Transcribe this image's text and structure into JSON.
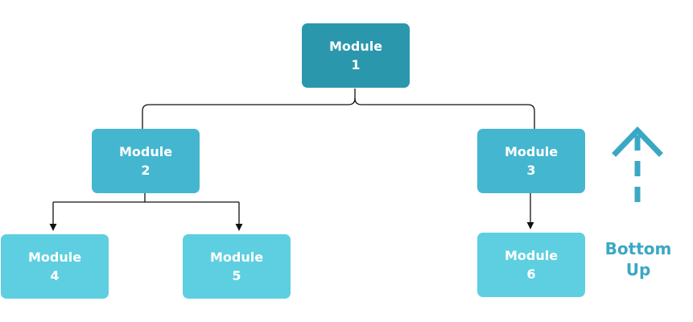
{
  "colors": {
    "level1": "#2a97ad",
    "level2": "#44b6d0",
    "level3": "#5ecfe0",
    "connector": "#111111",
    "accent": "#3aa8c4"
  },
  "nodes": {
    "m1": {
      "line1": "Module",
      "line2": "1"
    },
    "m2": {
      "line1": "Module",
      "line2": "2"
    },
    "m3": {
      "line1": "Module",
      "line2": "3"
    },
    "m4": {
      "line1": "Module",
      "line2": "4"
    },
    "m5": {
      "line1": "Module",
      "line2": "5"
    },
    "m6": {
      "line1": "Module",
      "line2": "6"
    }
  },
  "edges": [
    {
      "from": "Module 1",
      "to": "Module 2"
    },
    {
      "from": "Module 1",
      "to": "Module 3"
    },
    {
      "from": "Module 2",
      "to": "Module 4"
    },
    {
      "from": "Module 2",
      "to": "Module 5"
    },
    {
      "from": "Module 3",
      "to": "Module 6"
    }
  ],
  "direction": {
    "line1": "Bottom",
    "line2": "Up",
    "icon": "dashed-up-arrow-icon"
  }
}
